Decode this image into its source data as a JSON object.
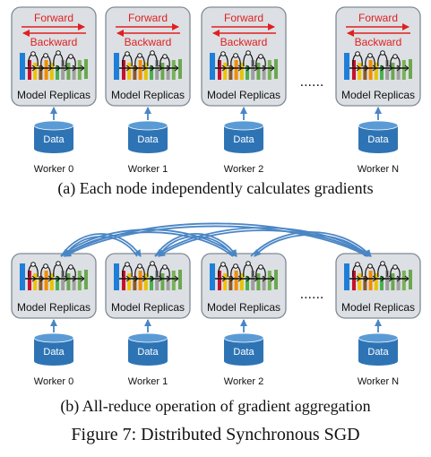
{
  "part_a": {
    "forward_label": "Forward",
    "backward_label": "Backward",
    "box_label": "Model Replicas",
    "data_label": "Data",
    "workers": [
      "Worker 0",
      "Worker 1",
      "Worker 2",
      "Worker N"
    ],
    "ellipsis": "......",
    "caption": "(a)  Each node independently calculates gradients"
  },
  "part_b": {
    "box_label": "Model Replicas",
    "data_label": "Data",
    "workers": [
      "Worker 0",
      "Worker 1",
      "Worker 2",
      "Worker N"
    ],
    "ellipsis": "......",
    "caption": "(b)  All-reduce operation of gradient aggregation"
  },
  "figure_caption": "Figure 7: Distributed Synchronous SGD",
  "colors": {
    "box_fill": "#dcdfe3",
    "box_stroke": "#7f8a95",
    "arrow_red": "#e02020",
    "arrow_blue": "#4a86c5",
    "data_fill": "#2e74b5",
    "data_top": "#5b9bd5",
    "curve_blue": "#4a86c5"
  }
}
